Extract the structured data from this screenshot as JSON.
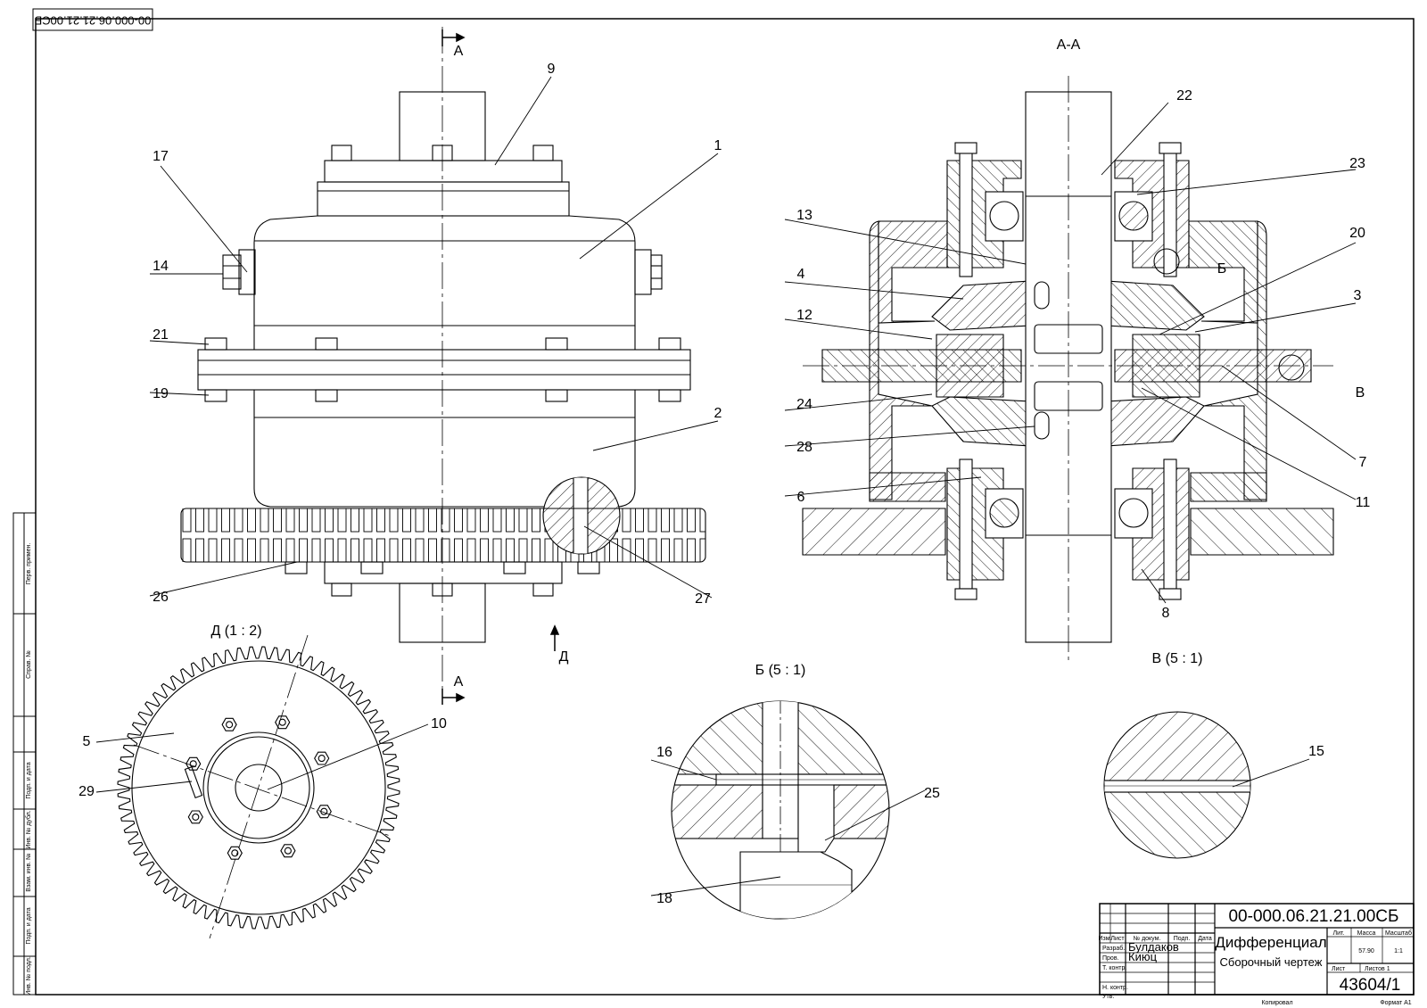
{
  "doc_code_rotated": "00-000.06.21.21.00СБ",
  "section_markers": {
    "a_top": "А",
    "a_bottom": "А",
    "d": "Д"
  },
  "view_titles": {
    "section_aa": "А-А",
    "view_d": "Д (1 : 2)",
    "detail_b": "Б (5 : 1)",
    "detail_v": "В (5 : 1)",
    "inline_b": "Б",
    "inline_v": "В"
  },
  "callouts": {
    "c1": "1",
    "c2": "2",
    "c3": "3",
    "c4": "4",
    "c5": "5",
    "c6": "6",
    "c7": "7",
    "c8": "8",
    "c9": "9",
    "c10": "10",
    "c11": "11",
    "c12": "12",
    "c13": "13",
    "c14": "14",
    "c15": "15",
    "c16": "16",
    "c17": "17",
    "c18": "18",
    "c19": "19",
    "c20": "20",
    "c21": "21",
    "c22": "22",
    "c23": "23",
    "c24": "24",
    "c25": "25",
    "c26": "26",
    "c27": "27",
    "c28": "28",
    "c29": "29"
  },
  "side_stamp": {
    "perv_primen": "Перв. примен.",
    "sprav_no": "Справ. №",
    "podp_data1": "Подп. и дата",
    "inv_dubl": "Инв. № дубл.",
    "vzam_inv": "Взам. инв. №",
    "podp_data2": "Подп. и дата",
    "inv_podl": "Инв. № подл."
  },
  "title_block": {
    "doc_code": "00-000.06.21.21.00СБ",
    "name": "Дифференциал",
    "doc_type": "Сборочный чертеж",
    "hdr_izm": "Изм.",
    "hdr_list": "Лист",
    "hdr_dokum": "№ докум.",
    "hdr_podp": "Подп.",
    "hdr_data": "Дата",
    "razrab_lbl": "Разраб.",
    "razrab_name": "Булдаков",
    "prov_lbl": "Пров.",
    "prov_name": "Киюц",
    "tkontr_lbl": "Т. контр.",
    "nkontr_lbl": "Н. контр.",
    "utv_lbl": "Утв.",
    "lit_lbl": "Лит.",
    "massa_lbl": "Масса",
    "masshtab_lbl": "Масштаб",
    "massa": "57.90",
    "masshtab": "1:1",
    "list_lbl": "Лист",
    "listov_lbl": "Листов 1",
    "group": "43604/1"
  },
  "footer": {
    "kopiroval": "Копировал",
    "format": "Формат А1"
  }
}
